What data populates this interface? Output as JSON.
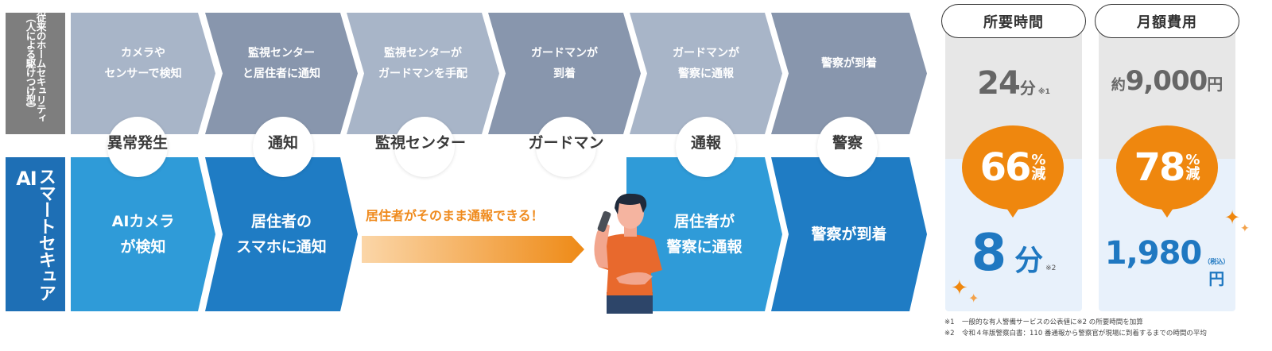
{
  "rows": {
    "old_label": "従来のホームセキュリティ（人による駆けつけ型）",
    "new_label": "スマートセキュア",
    "new_label_ai": "AI"
  },
  "stages": [
    "異常発生",
    "通知",
    "監視センター",
    "ガードマン",
    "通報",
    "警察"
  ],
  "old_steps": [
    {
      "line1": "カメラや",
      "line2": "センサーで検知"
    },
    {
      "line1": "監視センター",
      "line2": "と居住者に通知"
    },
    {
      "line1": "監視センターが",
      "line2": "ガードマンを手配"
    },
    {
      "line1": "ガードマンが",
      "line2": "到着"
    },
    {
      "line1": "ガードマンが",
      "line2": "警察に通報"
    },
    {
      "line1": "警察が到着",
      "line2": ""
    }
  ],
  "new_steps": [
    {
      "line1": "AIカメラ",
      "line2": "が検知"
    },
    {
      "line1": "居住者の",
      "line2": "スマホに通知"
    },
    {
      "line1": "居住者が",
      "line2": "警察に通報"
    },
    {
      "line1": "警察が到着",
      "line2": ""
    }
  ],
  "direct": {
    "text": "居住者がそのまま通報できる！"
  },
  "time_card": {
    "title": "所要時間",
    "before_num": "24",
    "before_unit": "分",
    "before_note": "※1",
    "reduction_pct": "66",
    "reduction_symbol": "%",
    "reduction_word": "減",
    "after_num": "8",
    "after_unit": "分",
    "after_note": "※2"
  },
  "cost_card": {
    "title": "月額費用",
    "before_prefix": "約",
    "before_num": "9,000",
    "before_unit": "円",
    "reduction_pct": "78",
    "reduction_symbol": "%",
    "reduction_word": "減",
    "after_num": "1,980",
    "after_tax": "（税込）",
    "after_unit": "円"
  },
  "footnotes": [
    {
      "mark": "※1",
      "text": "一般的な有人警備サービスの公表値に※2 の所要時間を加算"
    },
    {
      "mark": "※2",
      "text": "令和４年版警察白書：110 番通報から警察官が現場に到着するまでの時間の平均"
    }
  ],
  "colors": {
    "old_light": "#a8b5c8",
    "old_dark": "#8896ad",
    "new_sky": "#2f9bd8",
    "new_blue": "#1f7cc4",
    "accent_orange": "#ef870e",
    "result_blue": "#1f78c1"
  }
}
